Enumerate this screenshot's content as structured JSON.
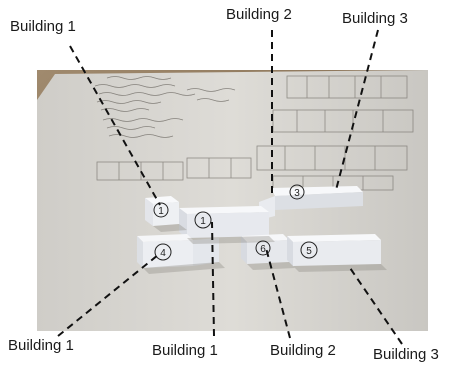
{
  "labels": {
    "top": [
      "Building 1",
      "Building 2",
      "Building 3"
    ],
    "bottom": [
      "Building 1",
      "Building 1",
      "Building 2",
      "Building 3"
    ]
  },
  "model_tags": [
    "1",
    "1",
    "3",
    "4",
    "6",
    "5"
  ],
  "colors": {
    "paper": "#d9d7d2",
    "tabletop": "#8a7358",
    "foam": "#f3f4f6",
    "leader": "#111111"
  }
}
